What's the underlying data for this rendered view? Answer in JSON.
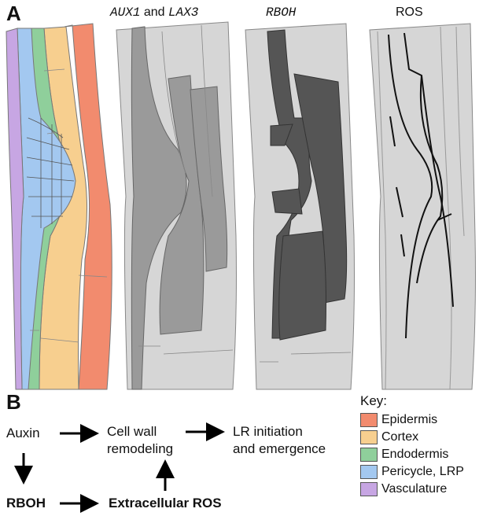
{
  "panels": {
    "a": "A",
    "b": "B"
  },
  "columns": [
    {
      "prefix": "",
      "gene1": "AUX1",
      "joiner": " and ",
      "gene2": "LAX3"
    },
    {
      "prefix": "",
      "gene1": "RBOH",
      "joiner": "",
      "gene2": ""
    },
    {
      "prefix": "ROS",
      "gene1": "",
      "joiner": "",
      "gene2": ""
    }
  ],
  "flow": {
    "auxin": "Auxin",
    "cell_wall_line1": "Cell wall",
    "cell_wall_line2": "remodeling",
    "lr_line1": "LR initiation",
    "lr_line2": "and emergence",
    "rboh": "RBOH",
    "ros": "Extracellular ROS"
  },
  "key": {
    "title": "Key:",
    "items": [
      {
        "label": "Epidermis",
        "color": "#f28b6e"
      },
      {
        "label": "Cortex",
        "color": "#f7cf8f"
      },
      {
        "label": "Endodermis",
        "color": "#8fcf9b"
      },
      {
        "label": "Pericycle, LRP",
        "color": "#a3c8f0"
      },
      {
        "label": "Vasculature",
        "color": "#c7a6e3"
      }
    ]
  },
  "tissue_shades": {
    "background": "#d6d6d6",
    "expression_mid": "#9a9a9a",
    "expression_dark": "#555555",
    "outline": "#4a4a4a"
  }
}
